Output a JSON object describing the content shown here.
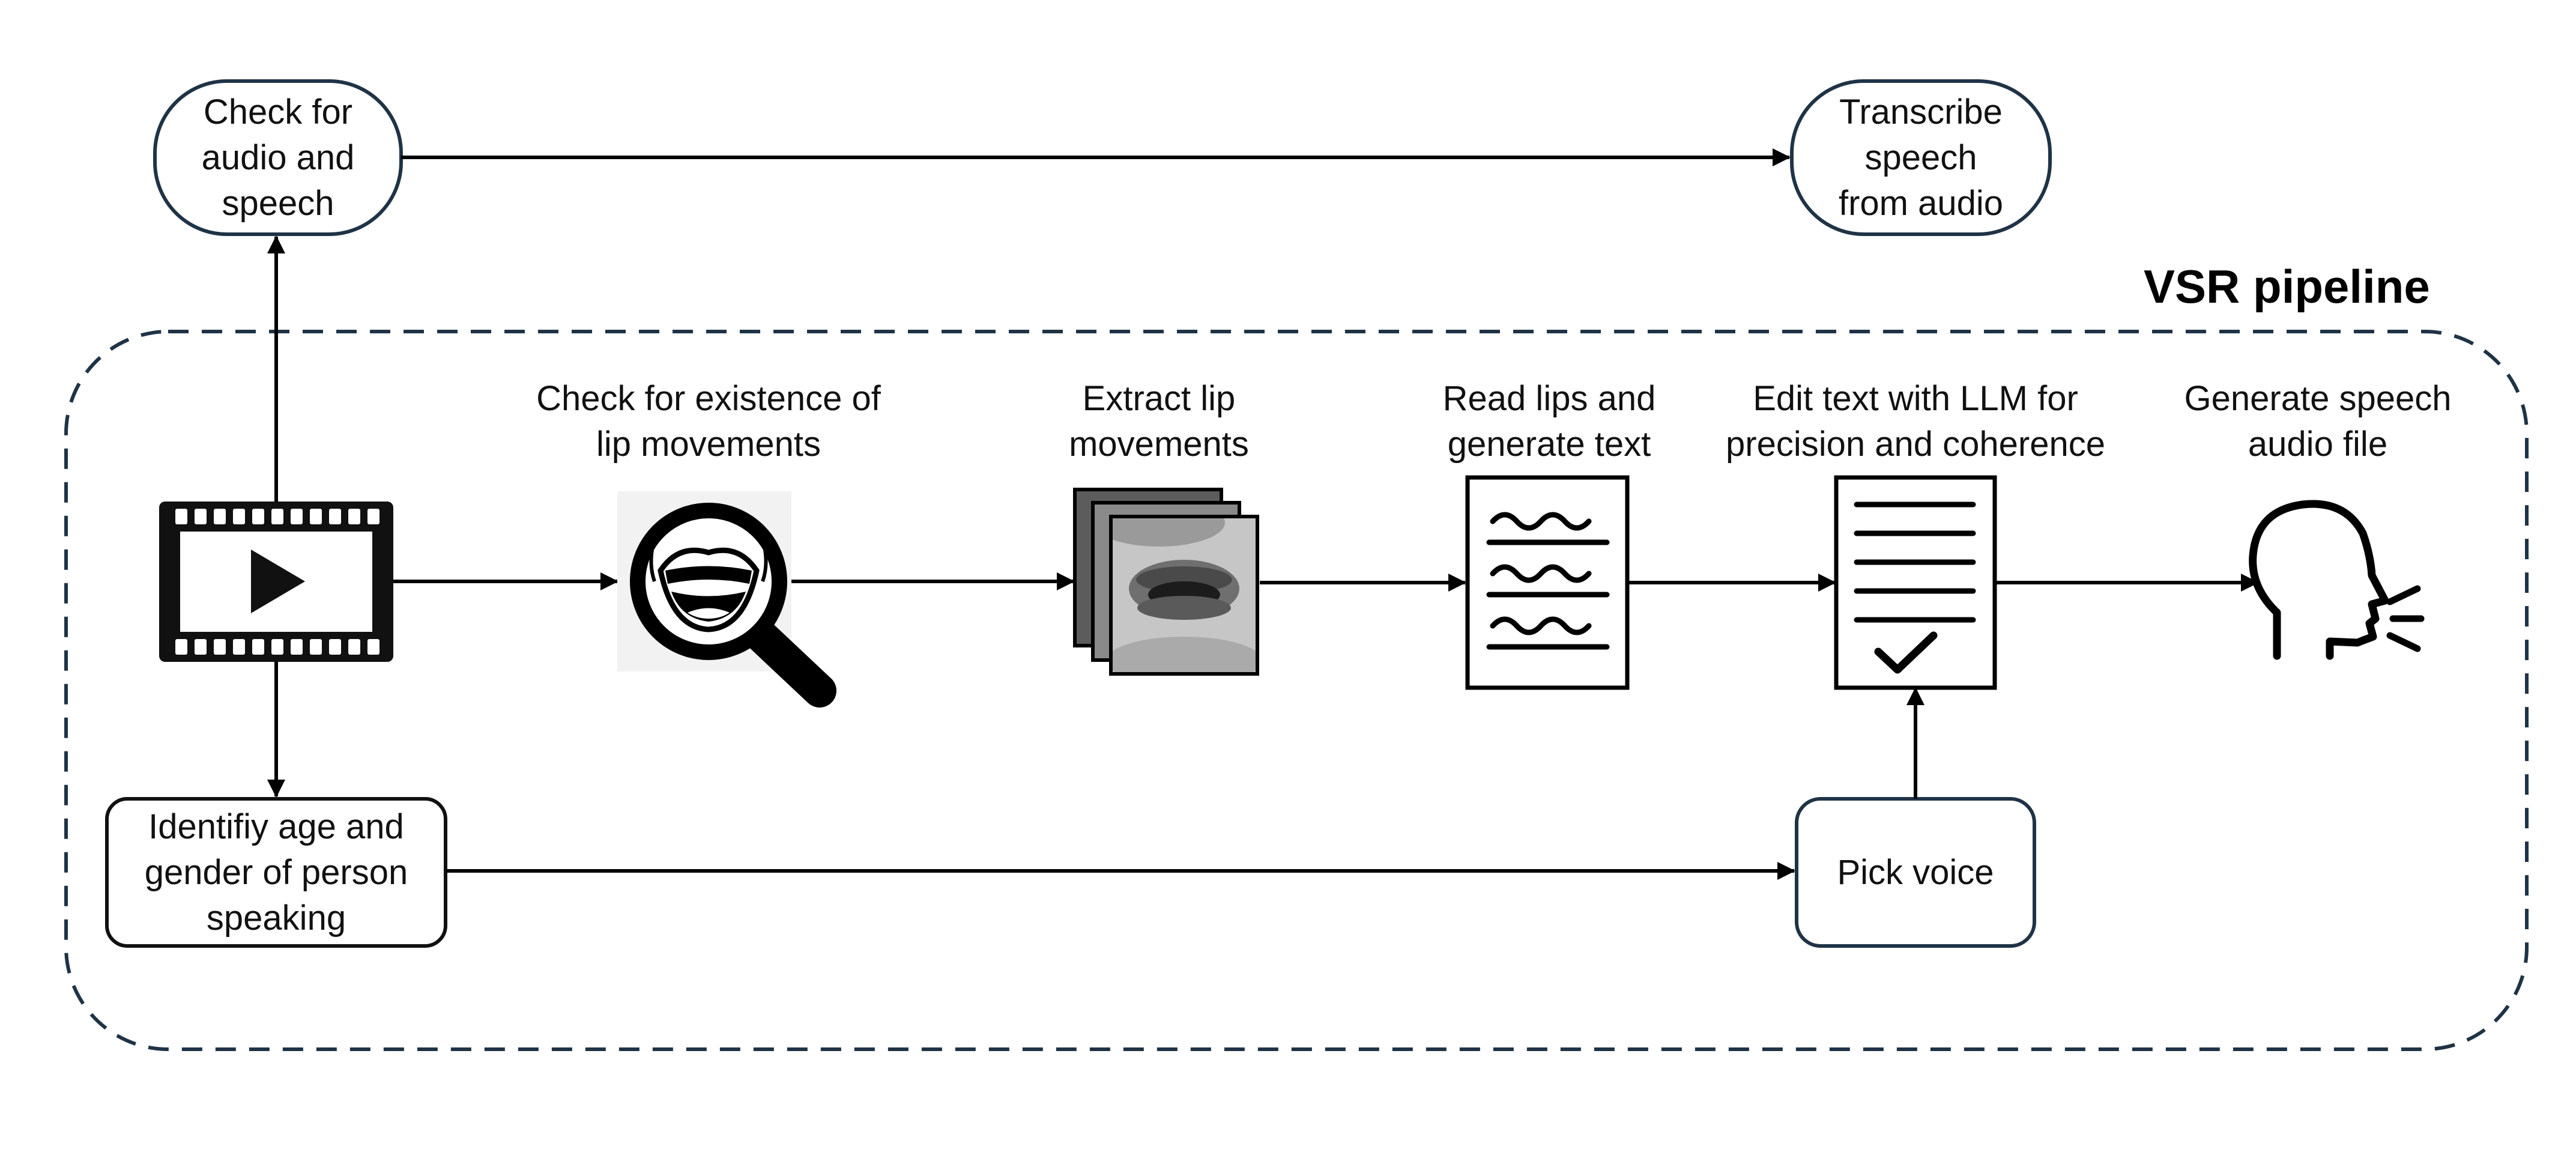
{
  "pipeline_title": "VSR pipeline",
  "nodes": {
    "check_audio": "Check for\naudio and\nspeech",
    "transcribe": "Transcribe\nspeech\nfrom audio",
    "identify": "Identifiy age and\ngender of person\nspeaking",
    "pick_voice": "Pick voice"
  },
  "steps": {
    "lip_check": "Check for existence of\nlip movements",
    "extract": "Extract lip\nmovements",
    "read_lips": "Read lips and\ngenerate text",
    "edit_llm": "Edit text with LLM for\nprecision and coherence",
    "generate": "Generate speech\naudio file"
  },
  "icons": [
    "video-film-icon",
    "lip-magnifier-icon",
    "lip-frames-icon",
    "text-document-icon",
    "checked-document-icon",
    "speaking-head-icon"
  ],
  "colors": {
    "border": "#1f3346",
    "dashed": "#1f3346",
    "arrow": "#000000"
  }
}
